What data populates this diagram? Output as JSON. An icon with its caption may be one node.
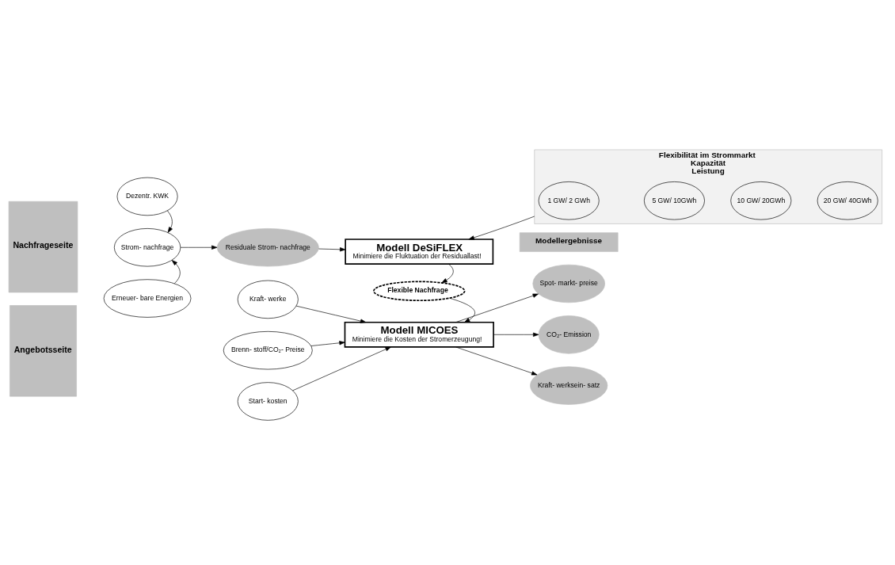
{
  "diagram": {
    "nodes": [
      {
        "text": [
          "Nachfrageseite"
        ]
      },
      {
        "text": [
          "Dezentr. KWK"
        ]
      },
      {
        "text": [
          "Strom- nachfrage"
        ]
      },
      {
        "text": [
          "Erneuer- bare Energien"
        ]
      },
      {
        "text": [
          "Residuale Strom- nachfrage"
        ]
      },
      {
        "text": [
          "Modell DeSiFLEX",
          "Minimiere die Fluktuation der Residuallast!"
        ]
      },
      {
        "text": [
          "Flexibilität im Strommarkt",
          "Kapazität",
          "Leistung"
        ]
      },
      {
        "text": [
          "1 GW/ 2 GWh"
        ],
        "in": 6
      },
      {
        "text": [
          "5 GW/ 10GWh"
        ],
        "in": 6
      },
      {
        "text": [
          "10 GW/ 20GWh"
        ],
        "in": 6
      },
      {
        "text": [
          "20 GW/ 40GWh"
        ],
        "in": 6
      },
      {
        "text": [
          "Flexible Nachfrage"
        ]
      },
      {
        "text": [
          "Angebotsseite"
        ]
      },
      {
        "text": [
          "Kraft- werke"
        ]
      },
      {
        "text": [
          "Brenn- stoff/CO₂- Preise"
        ]
      },
      {
        "text": [
          "Start- kosten"
        ]
      },
      {
        "text": [
          "Modell MICOES",
          "Minimiere die Kosten der Stromerzeugung!"
        ]
      },
      {
        "text": [
          "Modellergebnisse"
        ]
      },
      {
        "text": [
          "Spot- markt- preise"
        ]
      },
      {
        "text": [
          "CO₂- Emission"
        ]
      },
      {
        "text": [
          "Kraft- werksein- satz"
        ]
      }
    ],
    "edges": [
      {
        "from": 1,
        "to": 2,
        "arrow": "to"
      },
      {
        "from": 3,
        "to": 2,
        "arrow": "to"
      },
      {
        "from": 2,
        "to": 4,
        "arrow": "to"
      },
      {
        "from": 4,
        "to": 5,
        "arrow": "to"
      },
      {
        "from": 6,
        "to": 5,
        "arrow": "to"
      },
      {
        "from": 5,
        "to": 11,
        "arrow": "to"
      },
      {
        "from": 11,
        "to": 16,
        "arrow": "to"
      },
      {
        "from": 13,
        "to": 16,
        "arrow": "to"
      },
      {
        "from": 14,
        "to": 16,
        "arrow": "to"
      },
      {
        "from": 15,
        "to": 16,
        "arrow": "to"
      },
      {
        "from": 16,
        "to": 18,
        "arrow": "to"
      },
      {
        "from": 16,
        "to": 19,
        "arrow": "to"
      },
      {
        "from": 16,
        "to": 20,
        "arrow": "to"
      }
    ]
  }
}
